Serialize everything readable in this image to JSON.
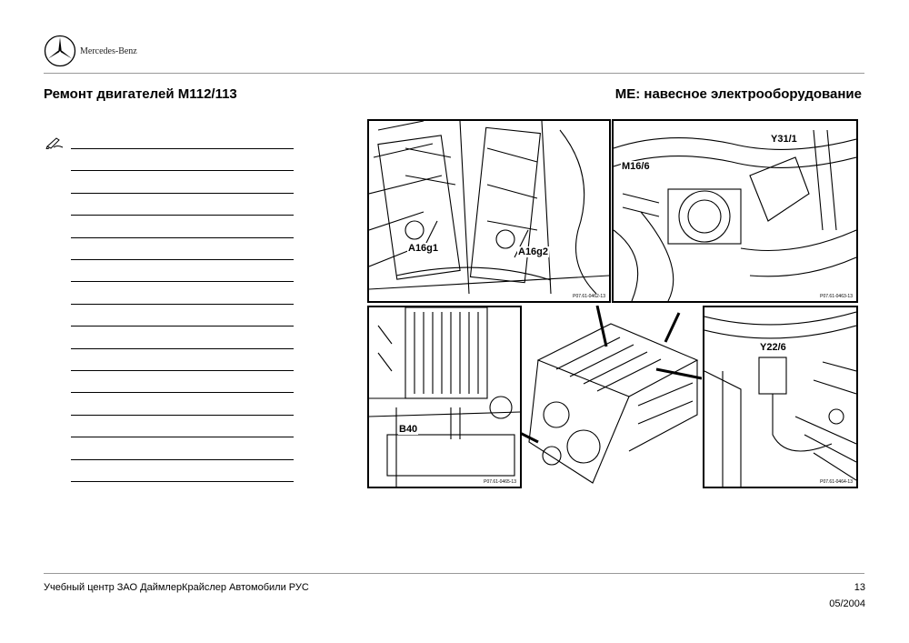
{
  "header": {
    "brand": "Mercedes-Benz",
    "title_left": "Ремонт двигателей М112/113",
    "title_right": "МЕ: навесное электрооборудование"
  },
  "icons": {
    "logo": "mercedes-star-icon",
    "notes": "pen-writing-icon"
  },
  "figure": {
    "panels": [
      {
        "id": "top-left",
        "callouts": [
          "A16g1",
          "A16g2"
        ],
        "ref": "P07.61-0462-13"
      },
      {
        "id": "top-right",
        "callouts": [
          "Y31/1",
          "M16/6"
        ],
        "ref": "P07.61-0463-13"
      },
      {
        "id": "bottom-left",
        "callouts": [
          "B40"
        ],
        "ref": "P07.61-0465-13"
      },
      {
        "id": "bottom-right",
        "callouts": [
          "Y22/6"
        ],
        "ref": "P07.61-0464-13"
      }
    ]
  },
  "footer": {
    "left": "Учебный центр ЗАО ДаймлерКрайслер Автомобили РУС",
    "page": "13",
    "date": "05/2004"
  }
}
